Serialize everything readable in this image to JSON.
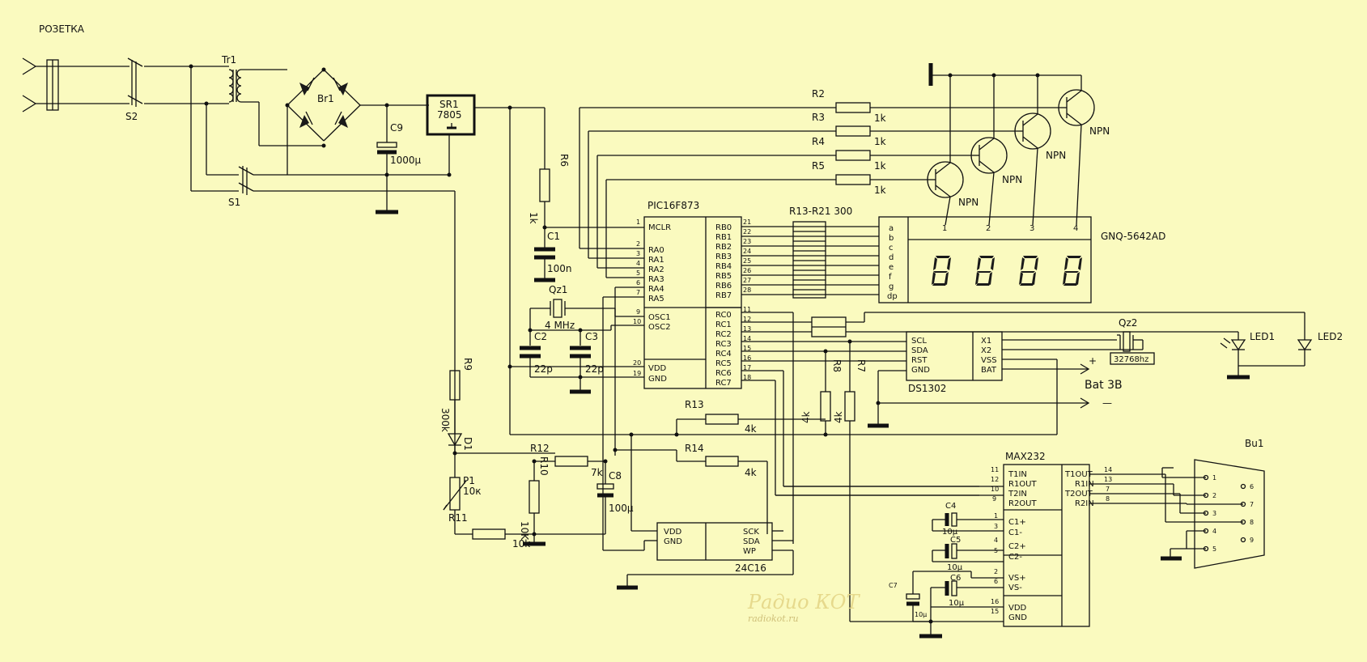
{
  "labels": {
    "mains": "РОЗЕТКА",
    "s2": "S2",
    "s1": "S1",
    "tr1": "Tr1",
    "br1": "Br1",
    "c9": "C9",
    "c9_val": "1000µ",
    "sr1": "SR1",
    "sr1_val": "7805",
    "r6": "R6",
    "r6_val": "1k",
    "c1": "C1",
    "c1_val": "100n",
    "qz1": "Qz1",
    "qz1_val": "4 MHz",
    "c2": "C2",
    "c2_val": "22p",
    "c3": "C3",
    "c3_val": "22p",
    "r9": "R9",
    "r9_val": "300k",
    "d1": "D1",
    "p1": "P1",
    "p1_val": "10к",
    "r11": "R11",
    "r11_val": "10k",
    "r12": "R12",
    "r10": "R10",
    "r10_val": "7k",
    "r12_val": "10K",
    "c8": "C8",
    "c8_val": "100µ",
    "r13": "R13",
    "r13_val": "4k",
    "r14": "R14",
    "r14_val": "4k",
    "r8": "R8",
    "r8_val": "4k",
    "r7": "R7",
    "r7_val": "4k",
    "r2": "R2",
    "r3": "R3",
    "r4": "R4",
    "r5": "R5",
    "r_1k": "1k",
    "npn": "NPN",
    "rarray": "R13-R21 300",
    "display": "GNQ-5642AD",
    "qz2": "Qz2",
    "qz2_val": "32768hz",
    "led1": "LED1",
    "led2": "LED2",
    "bat": "Bat 3B",
    "plus": "+",
    "minus": "—",
    "bu1": "Bu1",
    "c4": "C4",
    "c5": "C5",
    "c6": "C6",
    "c7": "C7",
    "c_10u": "10µ",
    "watermark_top": "Радио КОТ",
    "watermark_bottom": "radiokot.ru"
  },
  "pic": {
    "name": "PIC16F873",
    "left_top": [
      {
        "pin": "1",
        "name": "MCLR"
      }
    ],
    "left_ra": [
      {
        "pin": "2",
        "name": "RA0"
      },
      {
        "pin": "3",
        "name": "RA1"
      },
      {
        "pin": "4",
        "name": "RA2"
      },
      {
        "pin": "5",
        "name": "RA3"
      },
      {
        "pin": "6",
        "name": "RA4"
      },
      {
        "pin": "7",
        "name": "RA5"
      }
    ],
    "left_osc": [
      {
        "pin": "9",
        "name": "OSC1"
      },
      {
        "pin": "10",
        "name": "OSC2"
      }
    ],
    "left_pwr": [
      {
        "pin": "20",
        "name": "VDD"
      },
      {
        "pin": "19",
        "name": "GND"
      }
    ],
    "right_rb": [
      {
        "pin": "21",
        "name": "RB0"
      },
      {
        "pin": "22",
        "name": "RB1"
      },
      {
        "pin": "23",
        "name": "RB2"
      },
      {
        "pin": "24",
        "name": "RB3"
      },
      {
        "pin": "25",
        "name": "RB4"
      },
      {
        "pin": "26",
        "name": "RB5"
      },
      {
        "pin": "27",
        "name": "RB6"
      },
      {
        "pin": "28",
        "name": "RB7"
      }
    ],
    "right_rc": [
      {
        "pin": "11",
        "name": "RC0"
      },
      {
        "pin": "12",
        "name": "RC1"
      },
      {
        "pin": "13",
        "name": "RC2"
      },
      {
        "pin": "14",
        "name": "RC3"
      },
      {
        "pin": "15",
        "name": "RC4"
      },
      {
        "pin": "16",
        "name": "RC5"
      },
      {
        "pin": "17",
        "name": "RC6"
      },
      {
        "pin": "18",
        "name": "RC7"
      }
    ]
  },
  "display_segments": [
    "a",
    "b",
    "c",
    "d",
    "e",
    "f",
    "g",
    "dp"
  ],
  "display_digits": [
    "1",
    "2",
    "3",
    "4"
  ],
  "ds1302": {
    "name": "DS1302",
    "left": [
      "SCL",
      "SDA",
      "RST",
      "GND"
    ],
    "right": [
      "X1",
      "X2",
      "VSS",
      "BAT"
    ]
  },
  "eeprom": {
    "name": "24C16",
    "left": [
      "VDD",
      "GND"
    ],
    "right": [
      "SCK",
      "SDA",
      "WP"
    ]
  },
  "max232": {
    "name": "MAX232",
    "left_top": [
      {
        "pin": "11",
        "name": "T1IN"
      },
      {
        "pin": "12",
        "name": "R1OUT"
      },
      {
        "pin": "10",
        "name": "T2IN"
      },
      {
        "pin": "9",
        "name": "R2OUT"
      }
    ],
    "left_caps": [
      {
        "pin": "1",
        "name": "C1+"
      },
      {
        "pin": "3",
        "name": "C1-"
      },
      {
        "pin": "4",
        "name": "C2+"
      },
      {
        "pin": "5",
        "name": "C2-"
      },
      {
        "pin": "2",
        "name": "VS+"
      },
      {
        "pin": "6",
        "name": "VS-"
      }
    ],
    "left_pwr": [
      {
        "pin": "16",
        "name": "VDD"
      },
      {
        "pin": "15",
        "name": "GND"
      }
    ],
    "right": [
      {
        "pin": "14",
        "name": "T1OUT"
      },
      {
        "pin": "13",
        "name": "R1IN"
      },
      {
        "pin": "7",
        "name": "T2OUT"
      },
      {
        "pin": "8",
        "name": "R2IN"
      }
    ]
  },
  "db9_pins": [
    "1",
    "6",
    "2",
    "7",
    "3",
    "8",
    "4",
    "9",
    "5"
  ]
}
